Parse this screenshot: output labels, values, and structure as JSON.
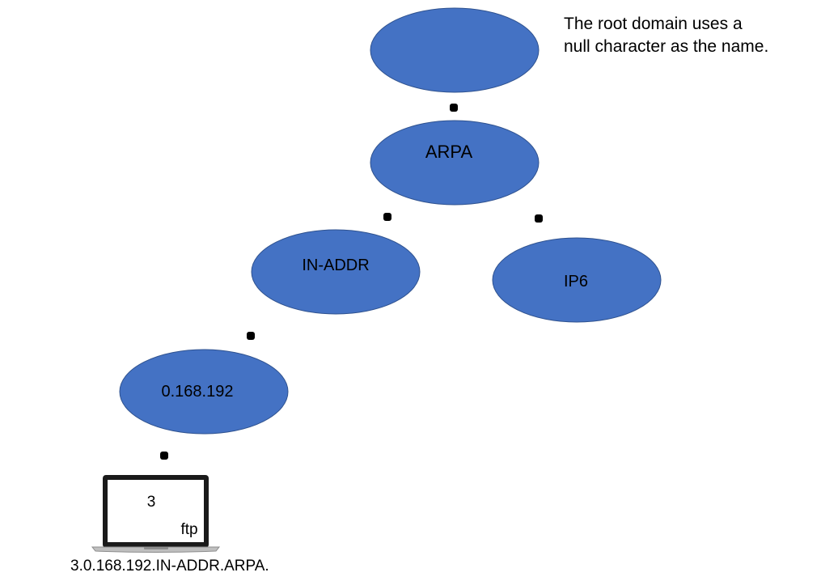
{
  "note": "The root domain uses a\nnull character as the name.",
  "nodes": {
    "root": {
      "label": ""
    },
    "arpa": {
      "label": "ARPA"
    },
    "in_addr": {
      "label": "IN-ADDR"
    },
    "ip6": {
      "label": "IP6"
    },
    "reverse_zone": {
      "label": "0.168.192"
    }
  },
  "host": {
    "label": "3",
    "name": "ftp",
    "icon": "laptop-icon"
  },
  "fqdn": "3.0.168.192.IN-ADDR.ARPA.",
  "colors": {
    "node_fill": "#4472c4",
    "node_stroke": "#2f528f",
    "separator_dot": "#000000"
  }
}
